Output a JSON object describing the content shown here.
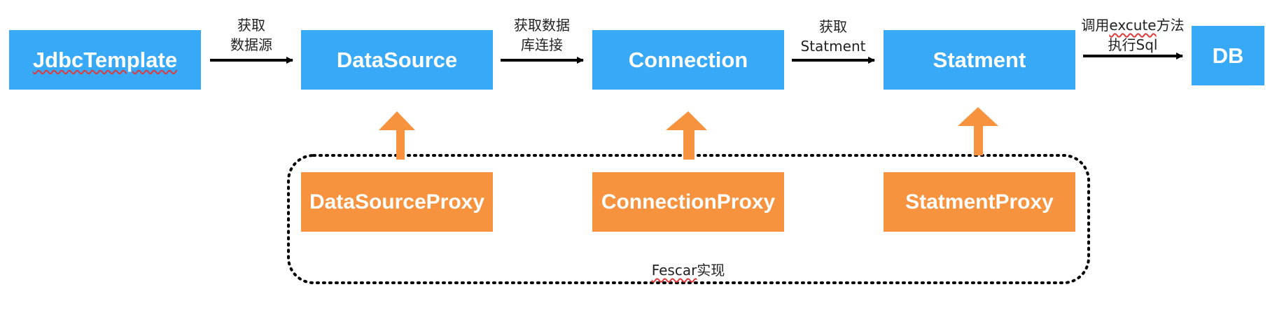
{
  "colors": {
    "blue": "#38a9f6",
    "orange": "#f7933f",
    "ink": "#000000"
  },
  "top_row": [
    {
      "id": "jdbc",
      "label": "JdbcTemplate"
    },
    {
      "id": "datasource",
      "label": "DataSource"
    },
    {
      "id": "connection",
      "label": "Connection"
    },
    {
      "id": "statment",
      "label": "Statment"
    },
    {
      "id": "db",
      "label": "DB"
    }
  ],
  "edge_labels": [
    {
      "line1": "获取",
      "line2": "数据源"
    },
    {
      "line1": "获取数据",
      "line2": "库连接"
    },
    {
      "line1": "获取",
      "line2": "Statment"
    },
    {
      "line1_pre": "调用",
      "line1_word": "excute",
      "line1_post": "方法",
      "line2": "执行Sql"
    }
  ],
  "proxies": [
    {
      "id": "datasource-proxy",
      "label": "DataSourceProxy"
    },
    {
      "id": "connection-proxy",
      "label": "ConnectionProxy"
    },
    {
      "id": "statment-proxy",
      "label": "StatmentProxy"
    }
  ],
  "group": {
    "label_word": "Fescar",
    "label_suffix": "实现"
  }
}
